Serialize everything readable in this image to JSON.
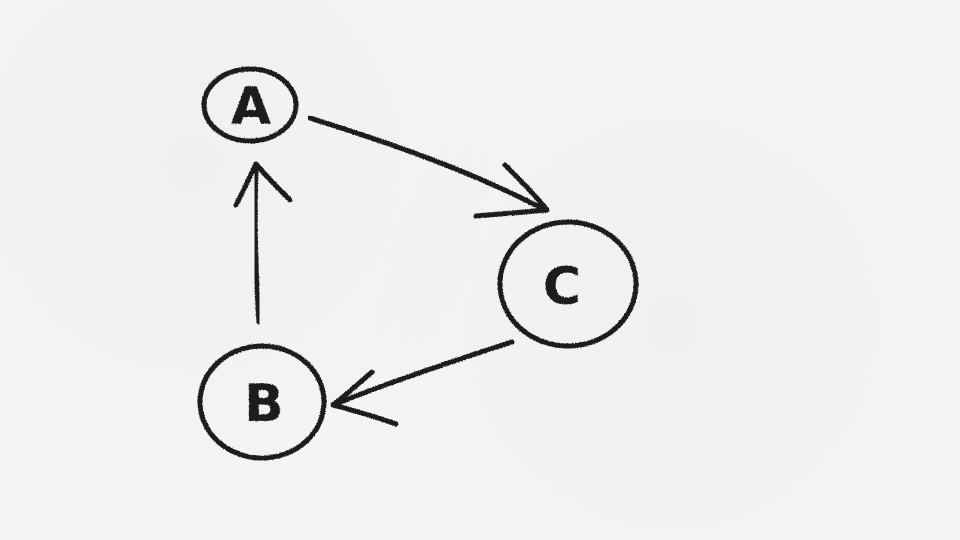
{
  "diagram": {
    "nodes": [
      {
        "id": "A",
        "label": "A"
      },
      {
        "id": "B",
        "label": "B"
      },
      {
        "id": "C",
        "label": "C"
      }
    ],
    "edges": [
      {
        "from": "A",
        "to": "C"
      },
      {
        "from": "C",
        "to": "B"
      },
      {
        "from": "B",
        "to": "A"
      }
    ],
    "ink_color": "#1a1a1a",
    "background_color": "#f4f4f2"
  }
}
